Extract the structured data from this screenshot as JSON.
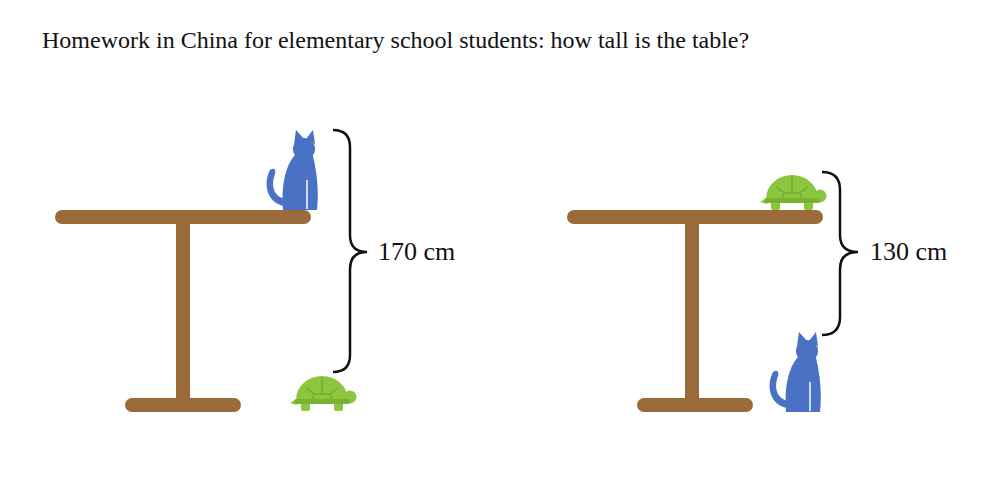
{
  "diagram": {
    "title": "Homework in China for elementary school students: how tall is the table?",
    "labels": [
      "170 cm",
      "130 cm"
    ]
  }
}
